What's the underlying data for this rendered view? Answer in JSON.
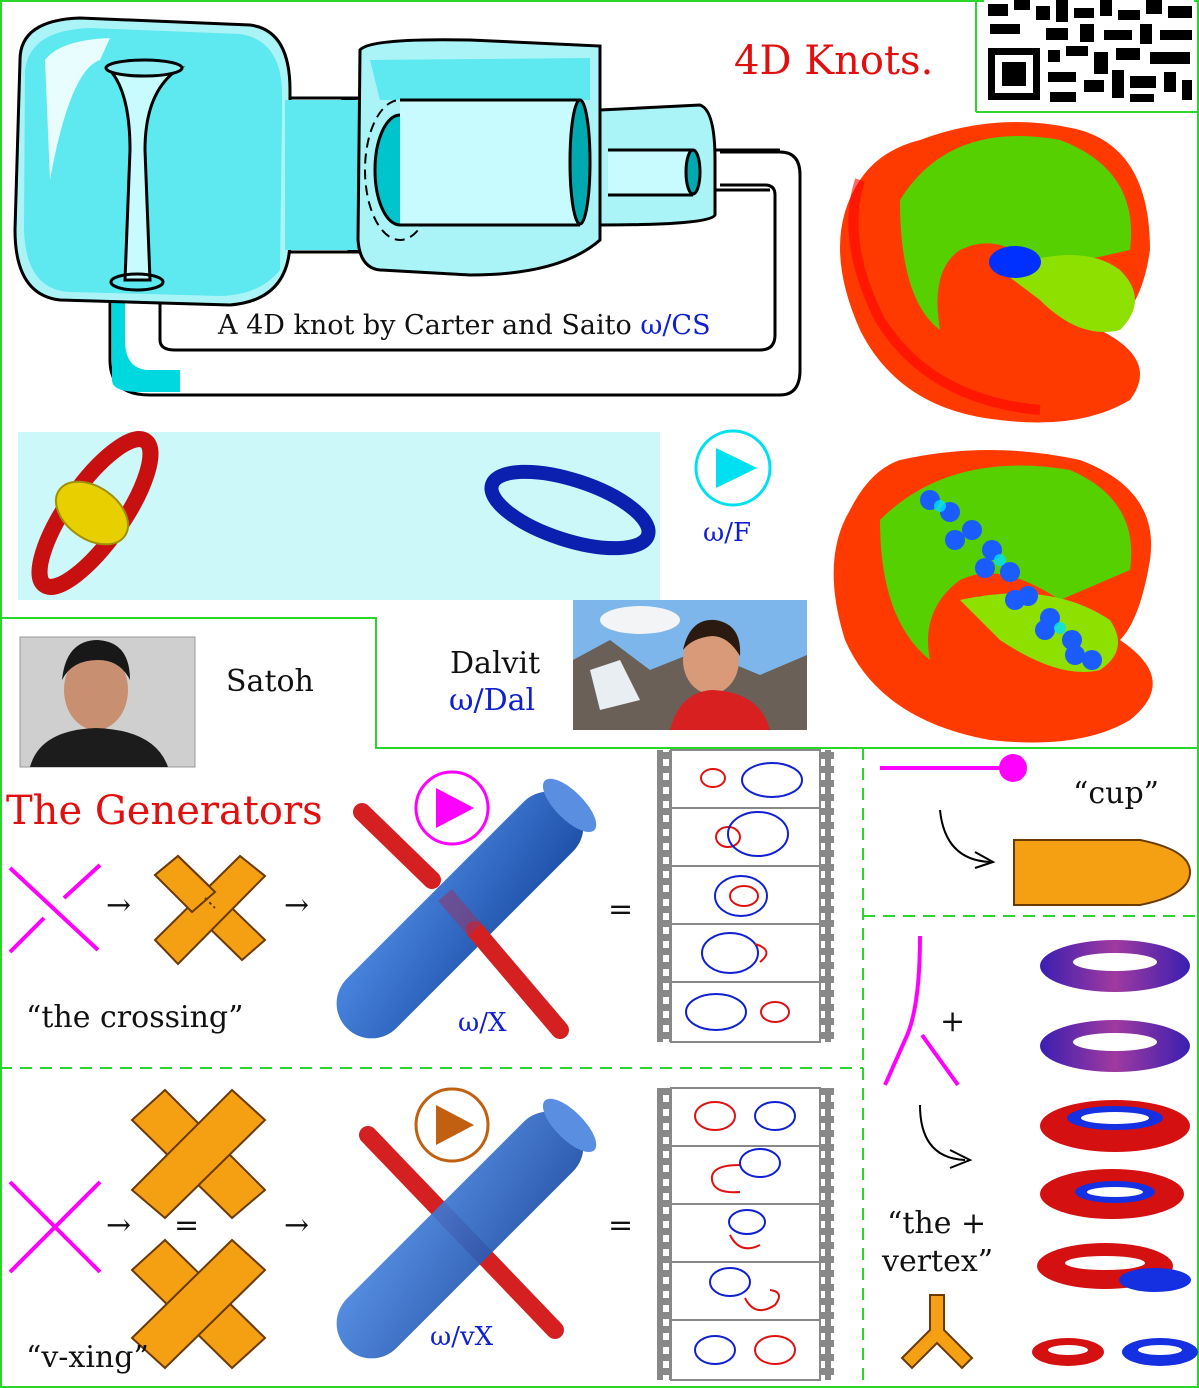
{
  "header": {
    "title": "4D Knots."
  },
  "carter_saito": {
    "caption_text": "A 4D knot by Carter and Saito",
    "link": "ω/CS"
  },
  "fission": {
    "link": "ω/F"
  },
  "people": {
    "satoh_name": "Satoh",
    "dalvit_name": "Dalvit",
    "dalvit_link": "ω/Dal"
  },
  "generators": {
    "heading": "The Generators",
    "crossing_caption": "“the crossing”",
    "crossing_link": "ω/X",
    "vxing_caption": "“v-xing”",
    "vxing_link": "ω/vX",
    "arrow": "→",
    "equals": "=",
    "cup_caption": "“cup”",
    "plus": "+",
    "vertex_caption_line1": "“the +",
    "vertex_caption_line2": "vertex”"
  },
  "colors": {
    "title_red": "#e01010",
    "link_blue": "#1020d0",
    "frame_green": "#2ad62a",
    "cyan": "#00d8e0",
    "magenta": "#ff00ff",
    "orange": "#f5a012",
    "tube_blue": "#2a64c8",
    "tube_red": "#d42020"
  }
}
